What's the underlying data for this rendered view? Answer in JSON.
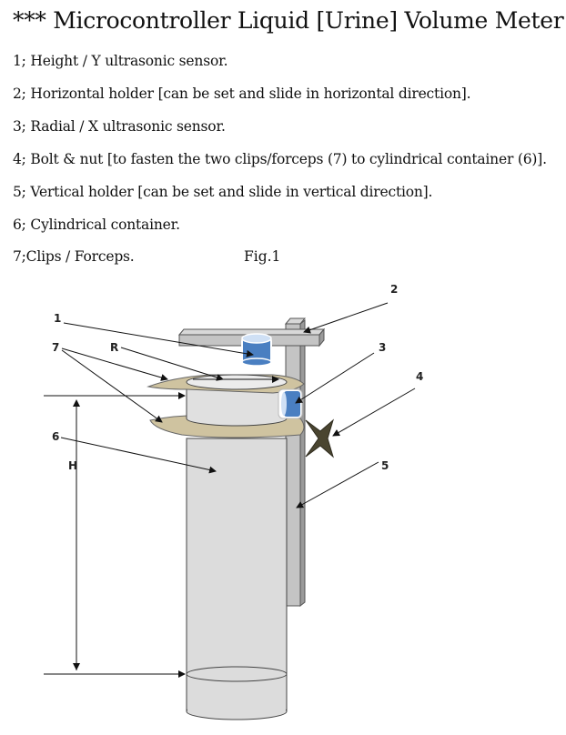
{
  "title": "*** Microcontroller Liquid [Urine] Volume Meter",
  "legend": [
    "1; Height / Y ultrasonic sensor.",
    "2; Horizontal holder [can be set and slide in horizontal direction].",
    "3; Radial / X ultrasonic sensor.",
    "4; Bolt & nut [to fasten the two clips/forceps (7) to cylindrical container (6)].",
    "5; Vertical holder [can be set and slide in vertical direction].",
    "6; Cylindrical container.",
    "7;Clips / Forceps."
  ],
  "figure_caption": "Fig.1",
  "diagram_labels": {
    "l1": "1",
    "l2": "2",
    "l3": "3",
    "l4": "4",
    "l5": "5",
    "l6": "6",
    "l7": "7",
    "radius": "R",
    "height": "H"
  },
  "colors": {
    "container": "#dcdcdc",
    "holder": "#c4c4c4",
    "sensor": "#4a7fc1",
    "clip": "#cfc3a0",
    "bolt": "#4a4530"
  }
}
